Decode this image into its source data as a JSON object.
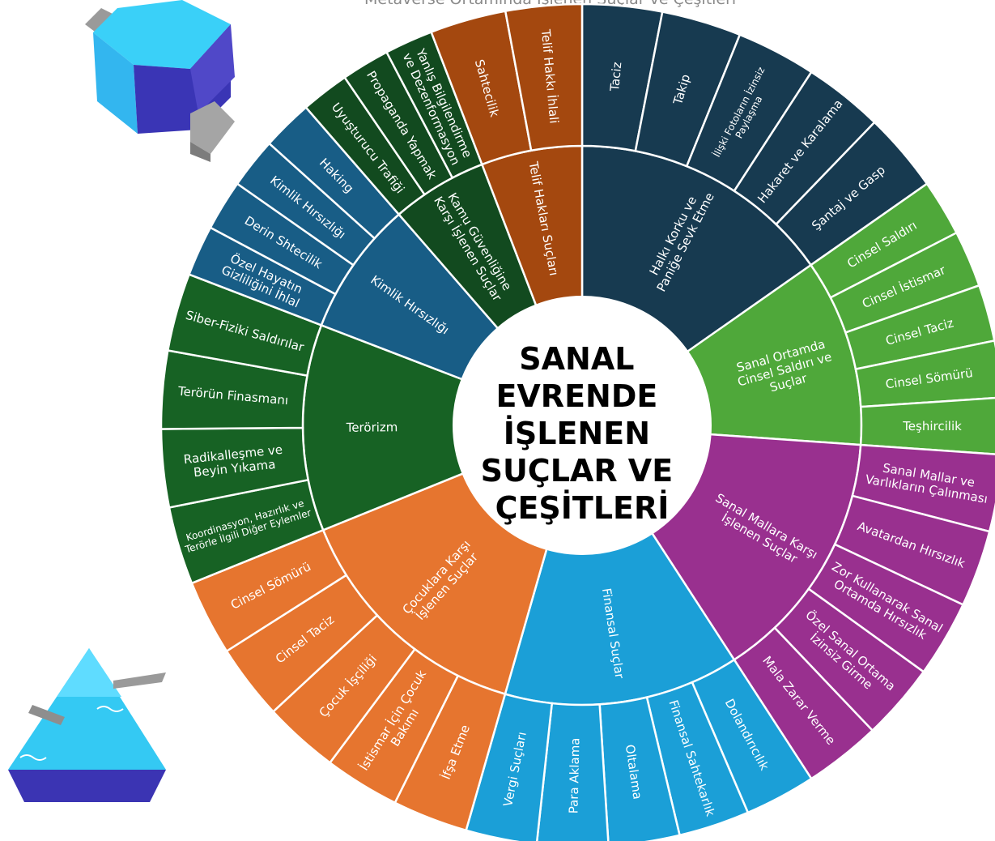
{
  "page_title": "Metaverse Ortamında İşlenen Suçlar ve Çeşitleri",
  "center": {
    "lines": [
      "SANAL",
      "EVRENDE",
      "İŞLENEN",
      "SUÇLAR VE",
      "ÇEŞİTLERİ"
    ],
    "color": "#000000"
  },
  "categories": [
    {
      "name": "Halkı Korku ve Paniğe Sevk Etme",
      "lines": [
        "Halkı Korku ve",
        "Paniğe Sevk Etme"
      ],
      "color": "#173a50",
      "items": [
        {
          "name": "Taciz",
          "lines": [
            "Taciz"
          ]
        },
        {
          "name": "Takip",
          "lines": [
            "Takip"
          ]
        },
        {
          "name": "İlişki Fotoların İzinsiz Paylaşma",
          "lines": [
            "İlişki Fotoların İzinsiz",
            "Paylaşma"
          ],
          "small": true
        },
        {
          "name": "Hakaret ve Karalama",
          "lines": [
            "Hakaret ve Karalama"
          ]
        },
        {
          "name": "Şantaj ve Gasp",
          "lines": [
            "Şantaj ve Gasp"
          ]
        }
      ]
    },
    {
      "name": "Sanal Ortamda Cinsel Saldırı ve Suçlar",
      "lines": [
        "Sanal Ortamda",
        "Cinsel Saldırı ve",
        "Suçlar"
      ],
      "color": "#4fa83a",
      "items": [
        {
          "name": "Cinsel Saldırı",
          "lines": [
            "Cinsel Saldırı"
          ]
        },
        {
          "name": "Cinsel İstismar",
          "lines": [
            "Cinsel İstismar"
          ]
        },
        {
          "name": "Cinsel Taciz",
          "lines": [
            "Cinsel Taciz"
          ]
        },
        {
          "name": "Cinsel Sömürü",
          "lines": [
            "Cinsel Sömürü"
          ]
        },
        {
          "name": "Teşhircilik",
          "lines": [
            "Teşhircilik"
          ]
        }
      ]
    },
    {
      "name": "Sanal Mallara Karşı İşlenen Suçlar",
      "lines": [
        "Sanal Mallara Karşı",
        "İşlenen Suçlar"
      ],
      "color": "#99308f",
      "items": [
        {
          "name": "Sanal Mallar ve Varlıkların Çalınması",
          "lines": [
            "Sanal Mallar ve",
            "Varlıkların Çalınması"
          ]
        },
        {
          "name": "Avatardan Hırsızlık",
          "lines": [
            "Avatardan Hırsızlık"
          ]
        },
        {
          "name": "Zor Kullanarak Sanal Ortamda Hırsızlık",
          "lines": [
            "Zor Kullanarak Sanal",
            "Ortamda Hırsızlık"
          ]
        },
        {
          "name": "Özel Sanal Ortama İzinsiz Girme",
          "lines": [
            "Özel Sanal Ortama",
            "İzinsiz Girme"
          ]
        },
        {
          "name": "Mala Zarar Verme",
          "lines": [
            "Mala Zarar Verme"
          ]
        }
      ]
    },
    {
      "name": "Finansal Suçlar",
      "lines": [
        "Finansal Suçlar"
      ],
      "color": "#1b9fd7",
      "items": [
        {
          "name": "Dolandırıcılık",
          "lines": [
            "Dolandırıcılık"
          ]
        },
        {
          "name": "Finansal Sahtekarlık",
          "lines": [
            "Finansal Sahtekarlık"
          ]
        },
        {
          "name": "Oltalama",
          "lines": [
            "Oltalama"
          ]
        },
        {
          "name": "Para Aklama",
          "lines": [
            "Para Aklama"
          ]
        },
        {
          "name": "Vergi Suçları",
          "lines": [
            "Vergi Suçları"
          ]
        }
      ]
    },
    {
      "name": "Çocuklara Karşı İşlenen Suçlar",
      "lines": [
        "Çocuklara Karşı",
        "İşlenen Suçlar"
      ],
      "color": "#e6752f",
      "items": [
        {
          "name": "İfşa Etme",
          "lines": [
            "İfşa Etme"
          ]
        },
        {
          "name": "İstismar İçin Çocuk Bakımı",
          "lines": [
            "İstismar İçin Çocuk",
            "Bakımı"
          ]
        },
        {
          "name": "Çocuk İşçiliği",
          "lines": [
            "Çocuk İşçiliği"
          ]
        },
        {
          "name": "Cinsel Taciz",
          "lines": [
            "Cinsel Taciz"
          ]
        },
        {
          "name": "Cinsel Sömürü",
          "lines": [
            "Cinsel Sömürü"
          ]
        }
      ]
    },
    {
      "name": "Terörizm",
      "lines": [
        "Terörizm"
      ],
      "color": "#176224",
      "items": [
        {
          "name": "Koordinasyon, Hazırlık ve Terörle İlgili Diğer Eylemler",
          "lines": [
            "Koordinasyon, Hazırlık ve",
            "Terörle İlgili Diğer Eylemler"
          ],
          "small": true
        },
        {
          "name": "Radikalleşme ve Beyin Yıkama",
          "lines": [
            "Radikalleşme ve",
            "Beyin Yıkama"
          ]
        },
        {
          "name": "Terörün Finasmanı",
          "lines": [
            "Terörün Finasmanı"
          ]
        },
        {
          "name": "Siber-Fiziki Saldırılar",
          "lines": [
            "Siber-Fiziki Saldırılar"
          ]
        }
      ]
    },
    {
      "name": "Kimlik Hırsızlığı",
      "lines": [
        "Kimlik Hırsızlığı"
      ],
      "color": "#185d86",
      "items": [
        {
          "name": "Özel Hayatın Gizliliğini İhlal",
          "lines": [
            "Özel Hayatın",
            "Gizliliğini İhlal"
          ]
        },
        {
          "name": "Derin Shtecilik",
          "lines": [
            "Derin Shtecilik"
          ]
        },
        {
          "name": "Kimlik Hırsızlığı",
          "lines": [
            "Kimlik Hırsızlığı"
          ]
        },
        {
          "name": "Haking",
          "lines": [
            "Haking"
          ]
        }
      ]
    },
    {
      "name": "Kamu Güvenliğine Karşı İşlenen Suçlar",
      "lines": [
        "Kamu Güvenliğine",
        "Karşı İşlenen Suçlar"
      ],
      "color": "#124a1f",
      "items": [
        {
          "name": "Uyuşturucu Trafiği",
          "lines": [
            "Uyuşturucu Trafiği"
          ]
        },
        {
          "name": "Propaganda Yapmak",
          "lines": [
            "Propaganda Yapmak"
          ]
        },
        {
          "name": "Yanlış Bilgilendirme ve Dezenformasyon",
          "lines": [
            "Yanlış Bilgilendirme",
            "ve Dezenformasyon"
          ]
        }
      ]
    },
    {
      "name": "Telif Hakları Suçları",
      "lines": [
        "Telif Hakları Suçları"
      ],
      "color": "#a4480f",
      "items": [
        {
          "name": "Sahtecilik",
          "lines": [
            "Sahtecilik"
          ]
        },
        {
          "name": "Telif Hakkı İhlali",
          "lines": [
            "Telif Hakkı İhlali"
          ]
        }
      ]
    }
  ]
}
